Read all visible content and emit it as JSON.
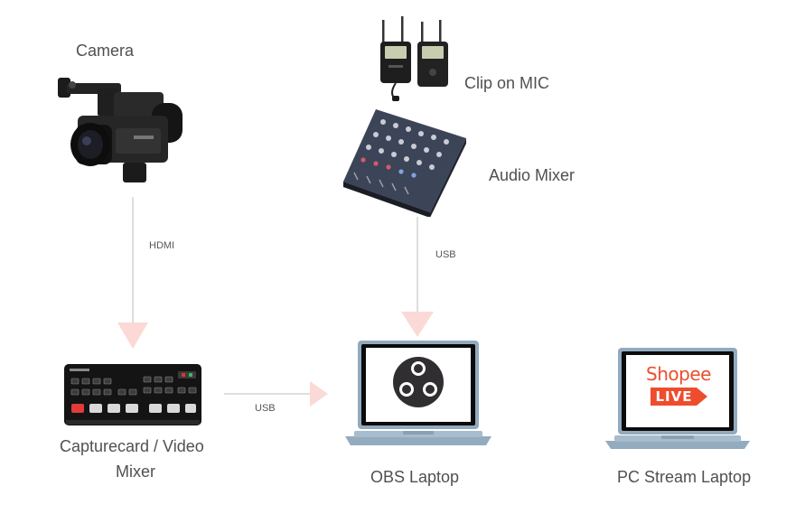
{
  "nodes": {
    "camera": "Camera",
    "clip_mic": "Clip on MIC",
    "audio_mixer": "Audio Mixer",
    "capturecard_line1": "Capturecard / Video",
    "capturecard_line2": "Mixer",
    "obs_laptop": "OBS Laptop",
    "pc_stream_laptop": "PC Stream Laptop"
  },
  "edges": {
    "camera_to_capture": "HDMI",
    "capture_to_obs": "USB",
    "mixer_to_obs": "USB"
  },
  "screen_logo": {
    "brand": "Shopee",
    "badge": "LIVE"
  },
  "colors": {
    "arrow_line": "#c9c9c9",
    "arrow_head": "#fbd9d6",
    "shopee": "#ee4d2d",
    "laptop_body": "#8fa8bc"
  },
  "icons": {
    "camera": "camcorder-icon",
    "mic": "wireless-mic-icon",
    "mixer": "audio-mixer-icon",
    "capture": "video-switcher-icon",
    "obs": "obs-logo-icon",
    "laptop": "laptop-icon"
  }
}
